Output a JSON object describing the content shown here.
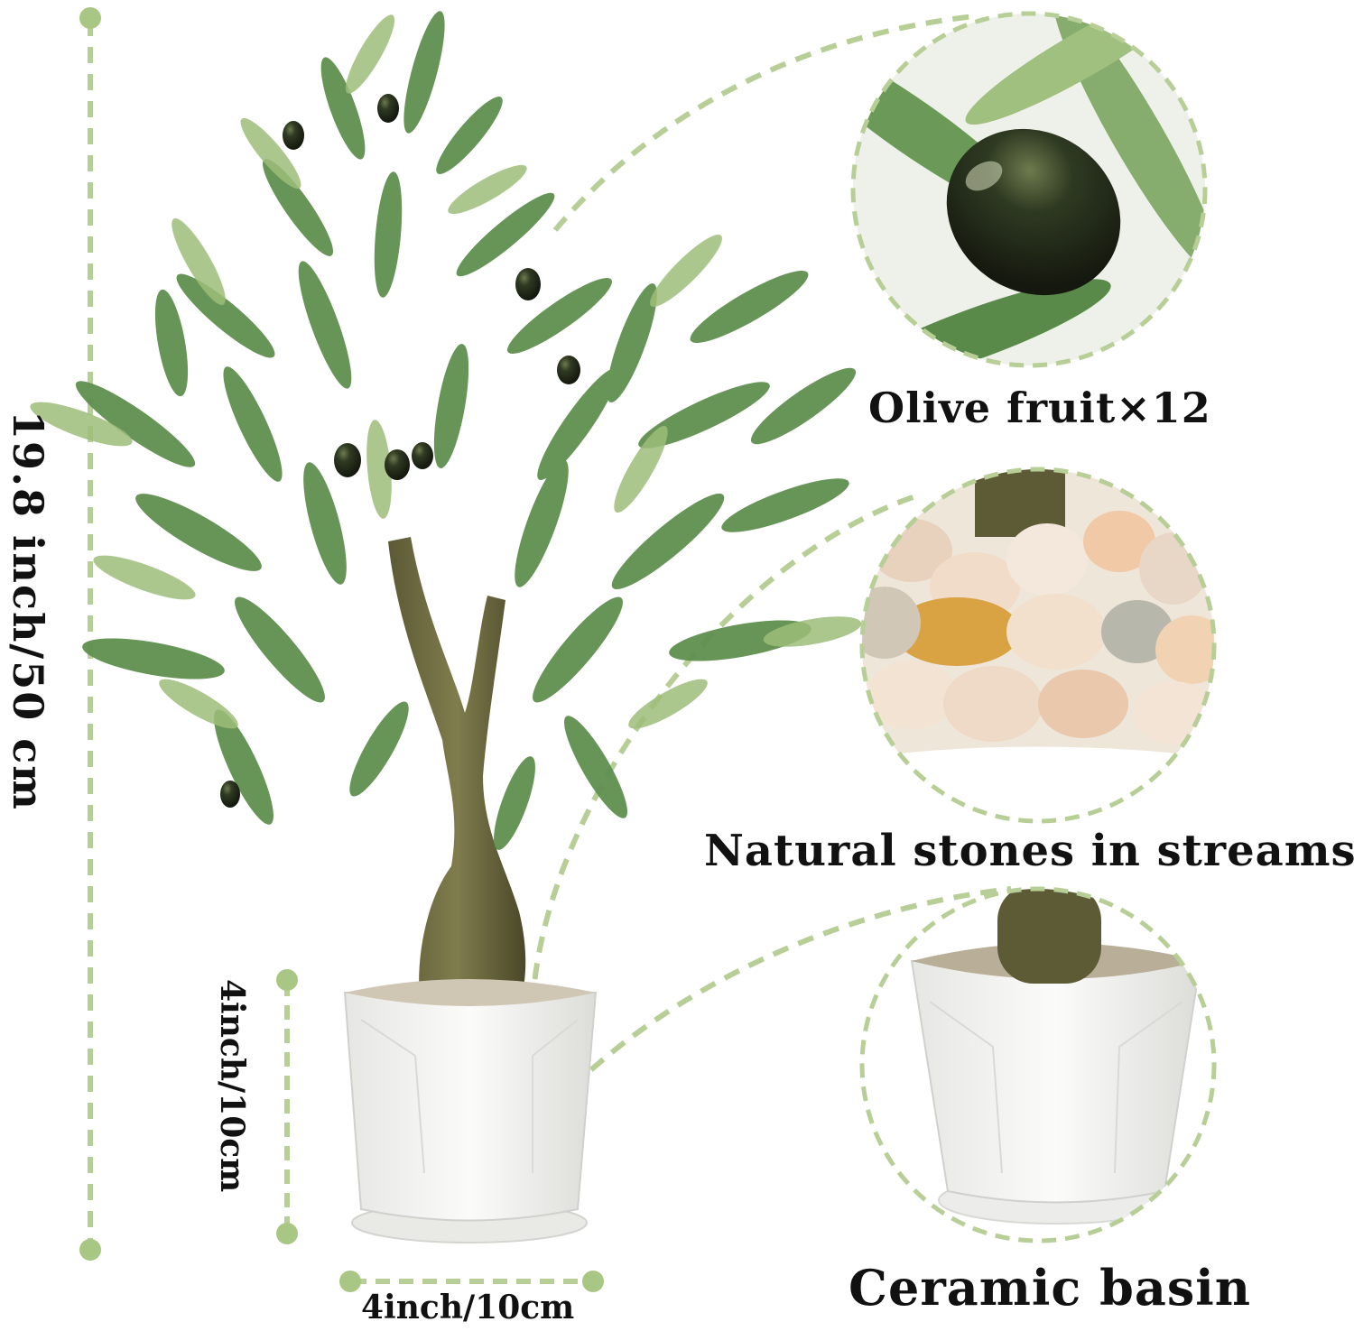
{
  "dimensions": {
    "height_label": "19.8 inch/50 cm",
    "pot_height_label": "4inch/10cm",
    "pot_width_label": "4inch/10cm"
  },
  "callouts": [
    {
      "label": "Olive fruit×12",
      "icon": "olive-fruit-closeup"
    },
    {
      "label": "Natural stones in streams",
      "icon": "stones-closeup"
    },
    {
      "label": "Ceramic basin",
      "icon": "ceramic-pot-closeup"
    }
  ],
  "colors": {
    "accent": "#b7cf96",
    "dot": "#a9c784",
    "leaf": "#5f8f4e",
    "leaf_light": "#9dbd7a",
    "olive": "#2b3320",
    "pot": "#f2f2f0"
  }
}
